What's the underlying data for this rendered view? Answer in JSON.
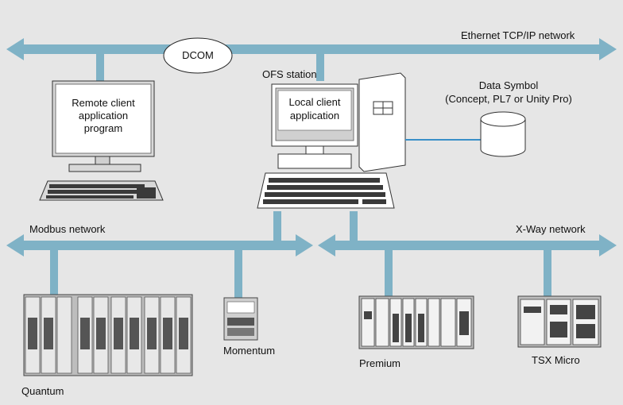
{
  "networks": {
    "ethernet": "Ethernet TCP/IP network",
    "modbus": "Modbus network",
    "xway": "X-Way network"
  },
  "nodes": {
    "dcom": "DCOM",
    "ofs_station": "OFS station",
    "remote_client": [
      "Remote client",
      "application",
      "program"
    ],
    "local_client": [
      "Local client",
      "application"
    ],
    "data_symbol": [
      "Data Symbol",
      "(Concept, PL7 or Unity Pro)"
    ]
  },
  "devices": {
    "quantum": "Quantum",
    "momentum": "Momentum",
    "premium": "Premium",
    "tsx_micro": "TSX Micro"
  },
  "colors": {
    "background": "#e6e6e6",
    "network_bus": "#7fb2c6",
    "data_link": "#3a8fc8",
    "device_gray": "#bdbdbd"
  }
}
